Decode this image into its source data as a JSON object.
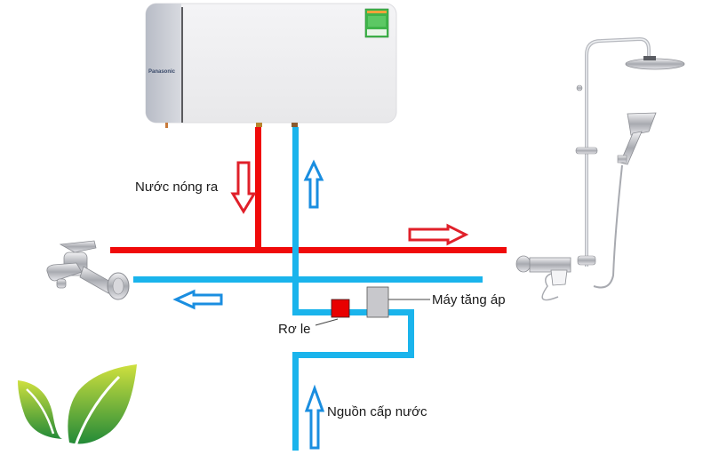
{
  "colors": {
    "hot": "#f00a0a",
    "cold": "#1ab4ec",
    "hot_arrow": "#e0202a",
    "cold_arrow": "#1a8ee0",
    "relay": "#e80000",
    "pump": "#c8c8cc",
    "leaf_top": "#c8dc3c",
    "leaf_bottom": "#2a8a3a"
  },
  "heater": {
    "brand": "Panasonic"
  },
  "labels": {
    "hot_out": "Nước nóng ra",
    "pump": "Máy tăng áp",
    "relay": "Rơ le",
    "supply": "Nguồn cấp nước"
  }
}
